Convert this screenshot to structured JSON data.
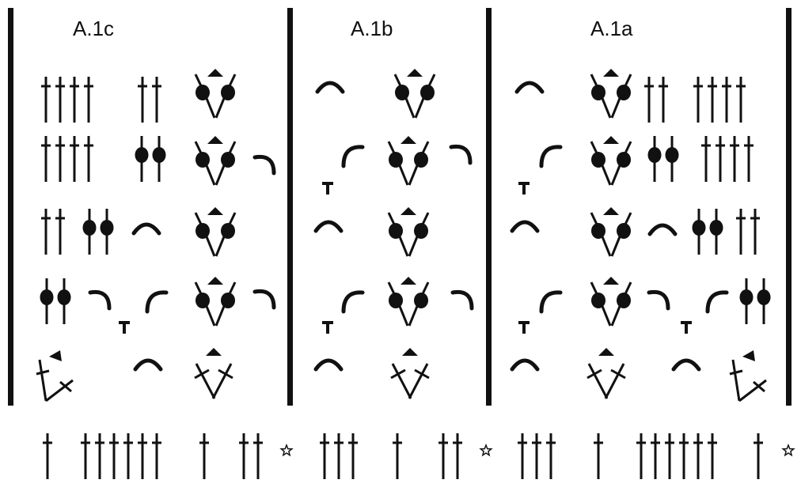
{
  "panels": [
    {
      "label": "A.1c",
      "rows": [
        [
          {
            "sym": "dc",
            "n": 4
          },
          {
            "sym": "dc",
            "n": 2
          },
          {
            "sym": "puff-group"
          }
        ],
        [
          {
            "sym": "dc",
            "n": 4
          },
          {
            "sym": "bobble",
            "n": 2
          },
          {
            "sym": "puff-group"
          },
          {
            "sym": "ch-right"
          }
        ],
        [
          {
            "sym": "dc",
            "n": 2
          },
          {
            "sym": "bobble",
            "n": 2
          },
          {
            "sym": "ch-arch"
          },
          {
            "sym": "puff-group"
          }
        ],
        [
          {
            "sym": "bobble",
            "n": 2
          },
          {
            "sym": "ch-right"
          },
          {
            "sym": "sc"
          },
          {
            "sym": "ch-left"
          },
          {
            "sym": "puff-group"
          },
          {
            "sym": "ch-right"
          }
        ],
        [
          {
            "sym": "cross-group-tilt"
          },
          {
            "sym": "ch-arch"
          },
          {
            "sym": "cross-group"
          }
        ]
      ]
    },
    {
      "label": "A.1b",
      "rows": [
        [
          {
            "sym": "ch-arch"
          },
          {
            "sym": "puff-group"
          }
        ],
        [
          {
            "sym": "sc"
          },
          {
            "sym": "ch-left"
          },
          {
            "sym": "puff-group"
          },
          {
            "sym": "ch-right"
          }
        ],
        [
          {
            "sym": "ch-arch"
          },
          {
            "sym": "puff-group"
          }
        ],
        [
          {
            "sym": "sc"
          },
          {
            "sym": "ch-left"
          },
          {
            "sym": "puff-group"
          },
          {
            "sym": "ch-right"
          }
        ],
        [
          {
            "sym": "ch-arch"
          },
          {
            "sym": "cross-group"
          }
        ]
      ]
    },
    {
      "label": "A.1a",
      "rows": [
        [
          {
            "sym": "ch-arch"
          },
          {
            "sym": "puff-group"
          },
          {
            "sym": "dc",
            "n": 2
          },
          {
            "sym": "dc",
            "n": 4
          }
        ],
        [
          {
            "sym": "sc"
          },
          {
            "sym": "ch-left"
          },
          {
            "sym": "puff-group"
          },
          {
            "sym": "bobble",
            "n": 2
          },
          {
            "sym": "dc",
            "n": 4
          }
        ],
        [
          {
            "sym": "ch-arch"
          },
          {
            "sym": "puff-group"
          },
          {
            "sym": "ch-arch"
          },
          {
            "sym": "bobble",
            "n": 2
          },
          {
            "sym": "dc",
            "n": 2
          }
        ],
        [
          {
            "sym": "sc"
          },
          {
            "sym": "ch-left"
          },
          {
            "sym": "puff-group"
          },
          {
            "sym": "ch-right"
          },
          {
            "sym": "sc"
          },
          {
            "sym": "ch-left"
          },
          {
            "sym": "bobble",
            "n": 2
          }
        ],
        [
          {
            "sym": "ch-arch"
          },
          {
            "sym": "cross-group"
          },
          {
            "sym": "ch-arch"
          },
          {
            "sym": "cross-group-tilt"
          }
        ]
      ]
    }
  ],
  "foundation_row": [
    {
      "sym": "dc",
      "n": 1
    },
    {
      "sym": "dc",
      "n": 6
    },
    {
      "sym": "dc",
      "n": 1
    },
    {
      "sym": "dc",
      "n": 2
    },
    {
      "sym": "star"
    },
    {
      "sym": "dc",
      "n": 3
    },
    {
      "sym": "dc",
      "n": 1
    },
    {
      "sym": "dc",
      "n": 2
    },
    {
      "sym": "star"
    },
    {
      "sym": "dc",
      "n": 3
    },
    {
      "sym": "dc",
      "n": 1
    },
    {
      "sym": "dc",
      "n": 6
    },
    {
      "sym": "dc",
      "n": 1
    },
    {
      "sym": "star"
    }
  ],
  "colors": {
    "ink": "#111111",
    "background": "#ffffff"
  }
}
